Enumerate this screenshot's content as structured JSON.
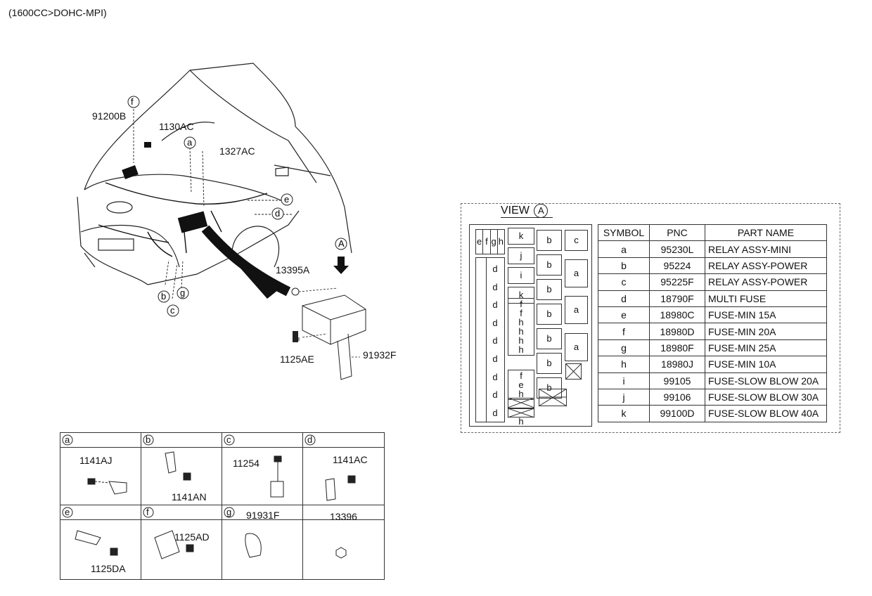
{
  "header": {
    "spec": "(1600CC>DOHC-MPI)"
  },
  "main_diagram": {
    "labels": {
      "p91200B": "91200B",
      "p1130AC": "1130AC",
      "p1327AC": "1327AC",
      "p13395A": "13395A",
      "p1125AE": "1125AE",
      "p91932F": "91932F"
    },
    "callouts": [
      "a",
      "b",
      "c",
      "d",
      "e",
      "f",
      "g"
    ],
    "view_marker": "A"
  },
  "view_a": {
    "title": "VIEW",
    "marker": "A",
    "fuse_box": {
      "top_left": [
        "e",
        "f",
        "g",
        "h"
      ],
      "d_column": [
        "d",
        "d",
        "d",
        "d",
        "d",
        "d",
        "d",
        "d",
        "d"
      ],
      "mid_top": [
        "k",
        "j",
        "i",
        "k"
      ],
      "mid_fh": [
        "f",
        "f",
        "h",
        "h",
        "h",
        "h"
      ],
      "mid_lower": [
        "f",
        "e",
        "h",
        "h"
      ],
      "b_column": [
        "b",
        "b",
        "b",
        "b",
        "b",
        "b",
        "b"
      ],
      "right_column": [
        "c",
        "a",
        "a",
        "a"
      ]
    },
    "table": {
      "headers": [
        "SYMBOL",
        "PNC",
        "PART NAME"
      ],
      "rows": [
        [
          "a",
          "95230L",
          "RELAY ASSY-MINI"
        ],
        [
          "b",
          "95224",
          "RELAY ASSY-POWER"
        ],
        [
          "c",
          "95225F",
          "RELAY ASSY-POWER"
        ],
        [
          "d",
          "18790F",
          "MULTI FUSE"
        ],
        [
          "e",
          "18980C",
          "FUSE-MIN 15A"
        ],
        [
          "f",
          "18980D",
          "FUSE-MIN 20A"
        ],
        [
          "g",
          "18980F",
          "FUSE-MIN 25A"
        ],
        [
          "h",
          "18980J",
          "FUSE-MIN 10A"
        ],
        [
          "i",
          "99105",
          "FUSE-SLOW BLOW 20A"
        ],
        [
          "j",
          "99106",
          "FUSE-SLOW BLOW 30A"
        ],
        [
          "k",
          "99100D",
          "FUSE-SLOW BLOW 40A"
        ]
      ]
    }
  },
  "detail_grid": {
    "cells": [
      {
        "letter": "a",
        "parts": [
          "1141AJ"
        ]
      },
      {
        "letter": "b",
        "parts": [
          "1141AN"
        ]
      },
      {
        "letter": "c",
        "parts": [
          "11254"
        ]
      },
      {
        "letter": "d",
        "parts": [
          "1141AC"
        ]
      },
      {
        "letter": "e",
        "parts": [
          "1125DA"
        ]
      },
      {
        "letter": "f",
        "parts": [
          "1125AD"
        ]
      },
      {
        "letter": "g",
        "parts": [
          "91931F"
        ]
      },
      {
        "letter": "",
        "parts": [
          "13396"
        ]
      }
    ]
  }
}
